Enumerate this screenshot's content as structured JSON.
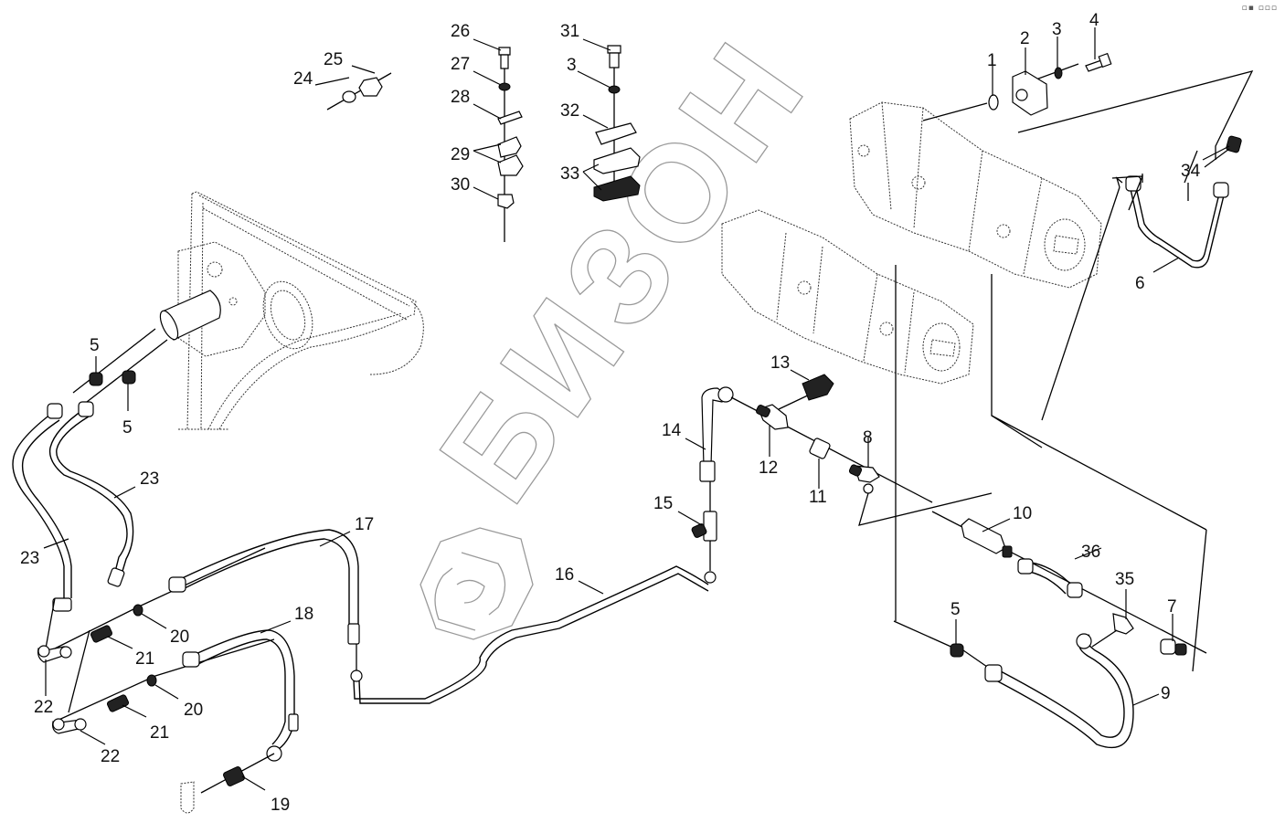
{
  "diagram": {
    "title": "Hydraulic pump lines – exploded parts view",
    "watermark_text": "БИЗОН",
    "corner_marks": "▫▪ ▫▫▫",
    "colors": {
      "line": "#000000",
      "watermark": "#9a9a9a",
      "background": "#ffffff"
    }
  },
  "callouts": [
    {
      "id": "c1",
      "label": "1"
    },
    {
      "id": "c2",
      "label": "2"
    },
    {
      "id": "c3a",
      "label": "3"
    },
    {
      "id": "c4",
      "label": "4"
    },
    {
      "id": "c3b",
      "label": "3"
    },
    {
      "id": "c5a",
      "label": "5"
    },
    {
      "id": "c5b",
      "label": "5"
    },
    {
      "id": "c5c",
      "label": "5"
    },
    {
      "id": "c6",
      "label": "6"
    },
    {
      "id": "c7",
      "label": "7"
    },
    {
      "id": "c8",
      "label": "8"
    },
    {
      "id": "c9",
      "label": "9"
    },
    {
      "id": "c10",
      "label": "10"
    },
    {
      "id": "c11",
      "label": "11"
    },
    {
      "id": "c12",
      "label": "12"
    },
    {
      "id": "c13",
      "label": "13"
    },
    {
      "id": "c14",
      "label": "14"
    },
    {
      "id": "c15",
      "label": "15"
    },
    {
      "id": "c16",
      "label": "16"
    },
    {
      "id": "c17",
      "label": "17"
    },
    {
      "id": "c18",
      "label": "18"
    },
    {
      "id": "c19",
      "label": "19"
    },
    {
      "id": "c20a",
      "label": "20"
    },
    {
      "id": "c20b",
      "label": "20"
    },
    {
      "id": "c21a",
      "label": "21"
    },
    {
      "id": "c21b",
      "label": "21"
    },
    {
      "id": "c22a",
      "label": "22"
    },
    {
      "id": "c22b",
      "label": "22"
    },
    {
      "id": "c23a",
      "label": "23"
    },
    {
      "id": "c23b",
      "label": "23"
    },
    {
      "id": "c24",
      "label": "24"
    },
    {
      "id": "c25",
      "label": "25"
    },
    {
      "id": "c26",
      "label": "26"
    },
    {
      "id": "c27",
      "label": "27"
    },
    {
      "id": "c28",
      "label": "28"
    },
    {
      "id": "c29",
      "label": "29"
    },
    {
      "id": "c30",
      "label": "30"
    },
    {
      "id": "c31",
      "label": "31"
    },
    {
      "id": "c32",
      "label": "32"
    },
    {
      "id": "c33",
      "label": "33"
    },
    {
      "id": "c34",
      "label": "34"
    },
    {
      "id": "c35",
      "label": "35"
    },
    {
      "id": "c36",
      "label": "36"
    }
  ],
  "parts": {
    "pump_assembly": "tandem hydraulic pump (dotted outline)",
    "frame": "machine frame with fan pulley (dotted outline)"
  }
}
